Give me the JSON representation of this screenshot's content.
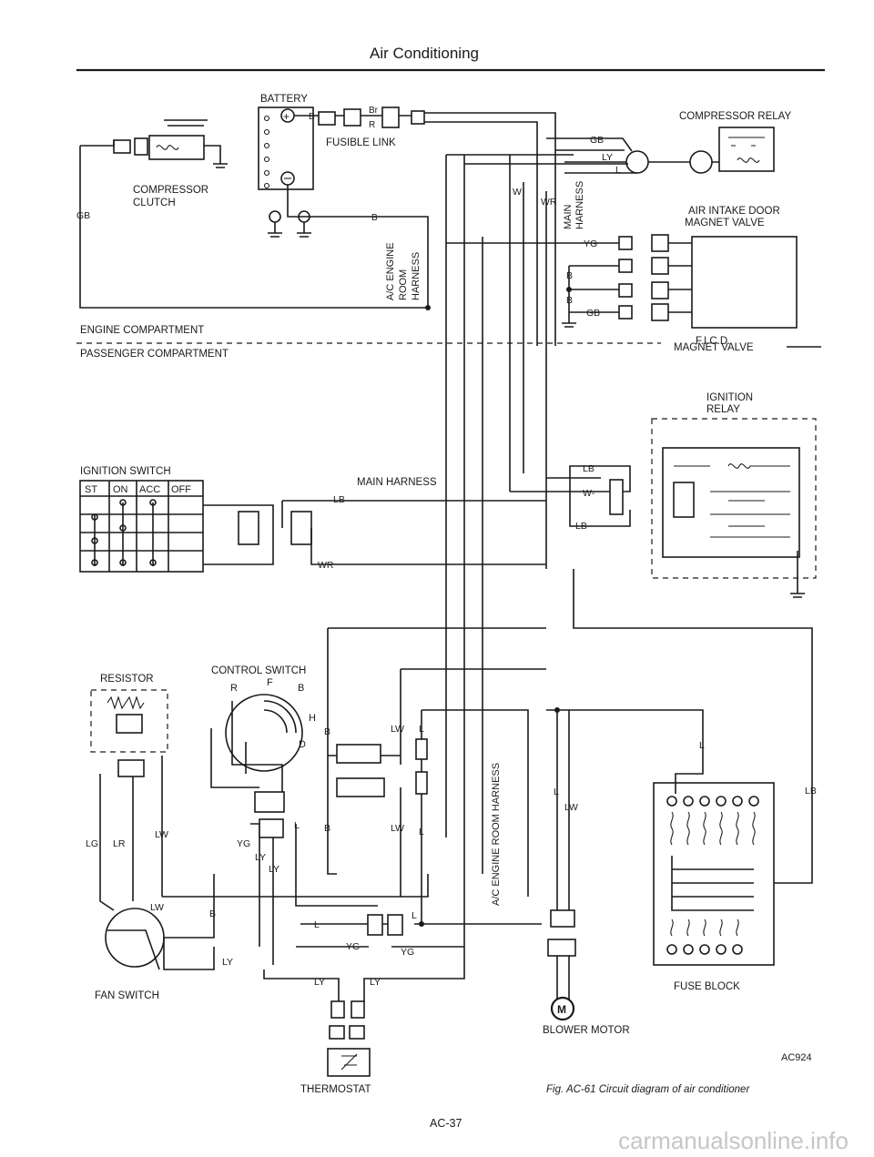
{
  "page": {
    "header_title": "Air Conditioning",
    "page_number": "AC-37",
    "figure_code": "AC924",
    "caption": "Fig. AC-61  Circuit diagram of air conditioner",
    "watermark": "carmanualsonline.info"
  },
  "sections": {
    "engine_compartment": "ENGINE COMPARTMENT",
    "passenger_compartment": "PASSENGER COMPARTMENT"
  },
  "components": {
    "battery": "BATTERY",
    "fusible_link": "FUSIBLE LINK",
    "compressor_clutch_line1": "COMPRESSOR",
    "compressor_clutch_line2": "CLUTCH",
    "compressor_relay": "COMPRESSOR RELAY",
    "air_intake_line1": "AIR INTAKE DOOR",
    "air_intake_line2": "MAGNET VALVE",
    "ficd_line1": "F.I.C.D.",
    "ficd_line2": "MAGNET VALVE",
    "ignition_relay_line1": "IGNITION",
    "ignition_relay_line2": "RELAY",
    "ignition_switch": "IGNITION SWITCH",
    "ignition_positions": [
      "ST",
      "ON",
      "ACC",
      "OFF"
    ],
    "main_harness": "MAIN HARNESS",
    "resistor": "RESISTOR",
    "control_switch": "CONTROL SWITCH",
    "control_switch_positions": [
      "R",
      "F",
      "B",
      "H",
      "D"
    ],
    "fan_switch": "FAN SWITCH",
    "thermostat": "THERMOSTAT",
    "blower_motor": "BLOWER MOTOR",
    "blower_motor_symbol": "M",
    "fuse_block": "FUSE BLOCK"
  },
  "harness_labels": {
    "ac_engine_room_1": "A/C ENGINE",
    "ac_engine_room_2": "ROOM",
    "ac_engine_room_3": "HARNESS",
    "main_harness_vert_1": "MAIN",
    "main_harness_vert_2": "HARNESS",
    "ac_engine_room_full": "A/C ENGINE ROOM HARNESS"
  },
  "wire_colors": {
    "gb": "GB",
    "b": "B",
    "br": "Br",
    "r": "R",
    "ly": "LY",
    "l": "L",
    "w": "W",
    "wr": "WR",
    "yg": "YG",
    "lb": "LB",
    "w_dash": "W-",
    "lw": "LW",
    "lg": "LG",
    "lr": "LR"
  }
}
